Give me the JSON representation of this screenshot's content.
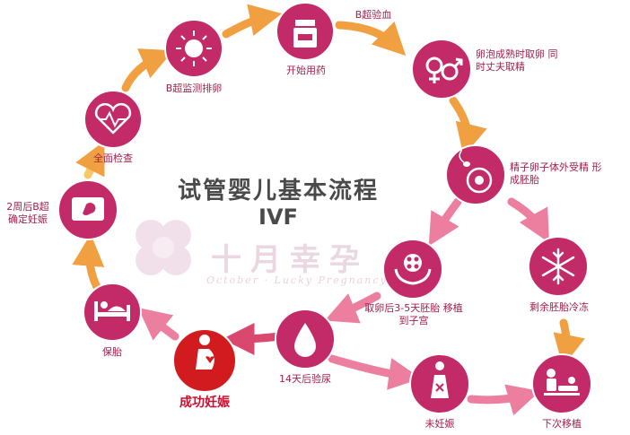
{
  "title": "试管婴儿基本流程",
  "subtitle": "IVF",
  "watermark": {
    "name": "十月幸孕",
    "english": "October · Lucky Pregnancy"
  },
  "colors": {
    "node": "#c22a68",
    "node_highlight": "#d21b1f",
    "arrow_light": "#f6c86a",
    "arrow_mid": "#f0a040",
    "arrow_pink": "#ec7fa0",
    "text": "#a3204f",
    "title_text": "#4a4a4a"
  },
  "steps": [
    {
      "id": "checkup",
      "label": "全面检查",
      "icon": "heart-monitor-icon"
    },
    {
      "id": "monitor",
      "label": "B超监测排卵",
      "icon": "ovary-sun-icon"
    },
    {
      "id": "medicine",
      "label": "开始用药",
      "icon": "medicine-bottle-icon"
    },
    {
      "id": "egg-retrieval",
      "label": "卵泡成熟时取卵 同时丈夫取精",
      "pre_label": "B超验血",
      "icon": "gender-symbols-icon"
    },
    {
      "id": "fertilization",
      "label": "精子卵子体外受精 形成胚胎",
      "icon": "sperm-egg-icon"
    },
    {
      "id": "freeze",
      "label": "剩余胚胎冷冻",
      "icon": "snowflake-icon"
    },
    {
      "id": "transfer",
      "label": "取卵后3-5天胚胎 移植到子宫",
      "icon": "embryo-hands-icon"
    },
    {
      "id": "urine-test",
      "label": "14天后验尿",
      "icon": "drop-icon"
    },
    {
      "id": "not-pregnant",
      "label": "未妊娠",
      "icon": "not-pregnant-icon"
    },
    {
      "id": "next-transfer",
      "label": "下次移植",
      "icon": "doctor-patient-icon"
    },
    {
      "id": "success",
      "label": "成功妊娠",
      "icon": "pregnant-woman-icon"
    },
    {
      "id": "keep-fetus",
      "label": "保胎",
      "icon": "bed-rest-icon"
    },
    {
      "id": "confirm",
      "label": "2周后B超 确定妊娠",
      "icon": "ultrasound-fetus-icon"
    }
  ]
}
